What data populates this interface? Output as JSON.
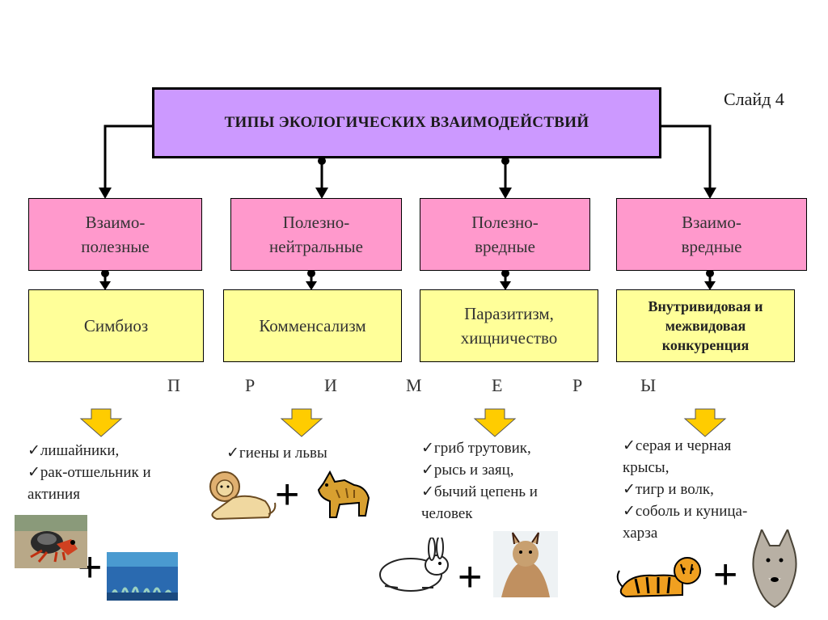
{
  "slide_label": "Слайд 4",
  "title": "ТИПЫ ЭКОЛОГИЧЕСКИХ ВЗАИМОДЕЙСТВИЙ",
  "types": [
    {
      "line1": "Взаимо-",
      "line2": "полезные"
    },
    {
      "line1": "Полезно-",
      "line2": "нейтральные"
    },
    {
      "line1": "Полезно-",
      "line2": "вредные"
    },
    {
      "line1": "Взаимо-",
      "line2": "вредные"
    }
  ],
  "interactions": [
    {
      "line1": "Симбиоз",
      "line2": ""
    },
    {
      "line1": "Комменсализм",
      "line2": ""
    },
    {
      "line1": "Паразитизм,",
      "line2": "хищничество"
    },
    {
      "line1": "Внутривидовая и",
      "line2": "межвидовая",
      "line3": "конкуренция"
    }
  ],
  "examples_word": [
    "П",
    "Р",
    "И",
    "М",
    "Е",
    "Р",
    "Ы"
  ],
  "examples": [
    [
      "✓лишайники,",
      "✓рак-отшельник и",
      "актиния"
    ],
    [
      "✓гиены и львы"
    ],
    [
      "✓гриб трутовик,",
      "✓рысь и заяц,",
      "✓бычий цепень и",
      "человек"
    ],
    [
      "✓серая и черная",
      "крысы,",
      "✓тигр и волк,",
      "✓соболь и куница-",
      "харза"
    ]
  ],
  "plus_sign": "+",
  "colors": {
    "title_fill": "#cc99ff",
    "type_fill": "#ff99cc",
    "interaction_fill": "#ffff99",
    "arrow_fill": "#ffcc00"
  },
  "illustrations": [
    "hermit-crab",
    "sea-anemone",
    "lion",
    "hyena",
    "rabbit",
    "lynx",
    "tiger",
    "wolf"
  ]
}
